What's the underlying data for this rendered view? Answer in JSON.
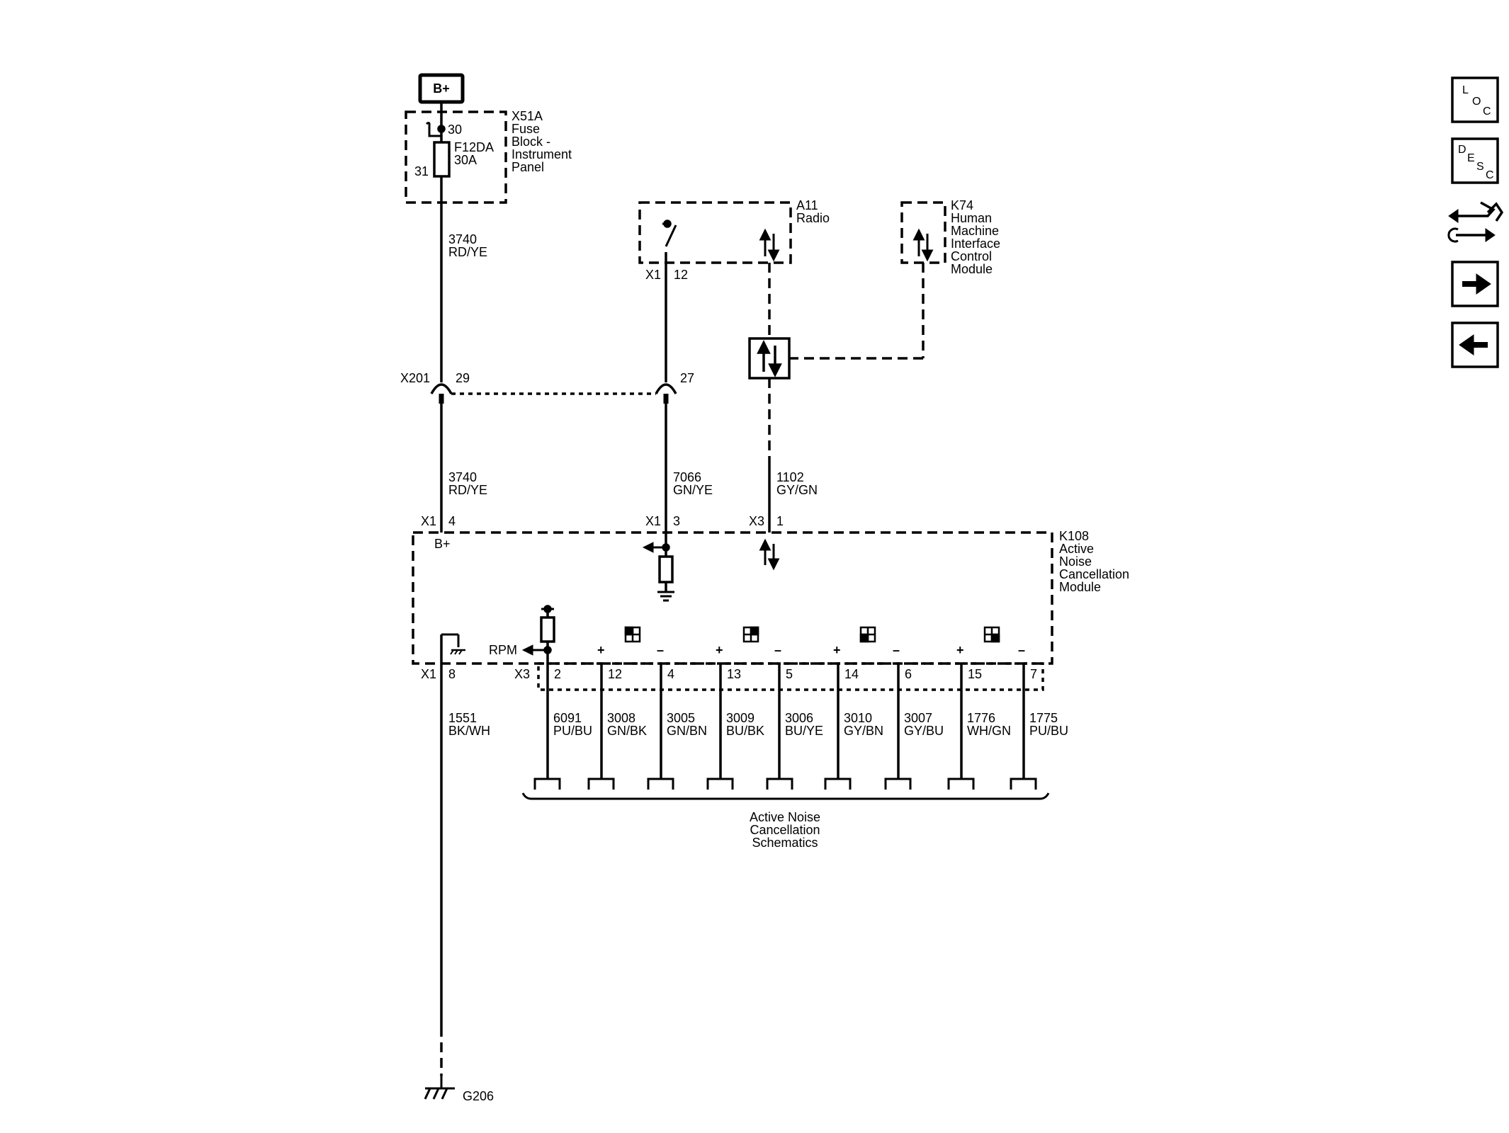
{
  "power": {
    "label": "B+"
  },
  "fuse_block": {
    "id": "X51A",
    "name_lines": [
      "Fuse",
      "Block -",
      "Instrument",
      "Panel"
    ],
    "pin_in": "30",
    "pin_out": "31",
    "fuse_id": "F12DA",
    "fuse_rating": "30A"
  },
  "radio": {
    "id": "A11",
    "name": "Radio",
    "connector": "X1",
    "pin": "12"
  },
  "hmi": {
    "id": "K74",
    "name_lines": [
      "Human",
      "Machine",
      "Interface",
      "Control",
      "Module"
    ]
  },
  "inline_connector": {
    "id": "X201",
    "pin_a": "29",
    "pin_b": "27"
  },
  "wires": {
    "upper_power": {
      "circuit": "3740",
      "color": "RD/YE"
    },
    "lower_power": {
      "circuit": "3740",
      "color": "RD/YE"
    },
    "radio_signal": {
      "circuit": "7066",
      "color": "GN/YE"
    },
    "data_line": {
      "circuit": "1102",
      "color": "GY/GN"
    },
    "ground": {
      "circuit": "1551",
      "color": "BK/WH"
    }
  },
  "module": {
    "id": "K108",
    "name_lines": [
      "Active",
      "Noise",
      "Cancellation",
      "Module"
    ],
    "power_label": "B+",
    "rpm_label": "RPM",
    "plus_sign": "+",
    "minus_sign": "–"
  },
  "module_pins": {
    "power": {
      "connector": "X1",
      "pin": "4"
    },
    "radio": {
      "connector": "X1",
      "pin": "3"
    },
    "data": {
      "connector": "X3",
      "pin": "1"
    },
    "ground": {
      "connector": "X1",
      "pin": "8"
    },
    "output_connector": "X3"
  },
  "outputs": [
    {
      "pin": "2",
      "circuit": "6091",
      "color": "PU/BU"
    },
    {
      "pin": "12",
      "circuit": "3008",
      "color": "GN/BK"
    },
    {
      "pin": "4",
      "circuit": "3005",
      "color": "GN/BN"
    },
    {
      "pin": "13",
      "circuit": "3009",
      "color": "BU/BK"
    },
    {
      "pin": "5",
      "circuit": "3006",
      "color": "BU/YE"
    },
    {
      "pin": "14",
      "circuit": "3010",
      "color": "GY/BN"
    },
    {
      "pin": "6",
      "circuit": "3007",
      "color": "GY/BU"
    },
    {
      "pin": "15",
      "circuit": "1776",
      "color": "WH/GN"
    },
    {
      "pin": "7",
      "circuit": "1775",
      "color": "PU/BU"
    }
  ],
  "bracket_label_lines": [
    "Active Noise",
    "Cancellation",
    "Schematics"
  ],
  "ground_point": {
    "id": "G206"
  },
  "nav": {
    "loc": [
      "L",
      "O",
      "C"
    ],
    "desc": [
      "D",
      "E",
      "S",
      "C"
    ]
  }
}
